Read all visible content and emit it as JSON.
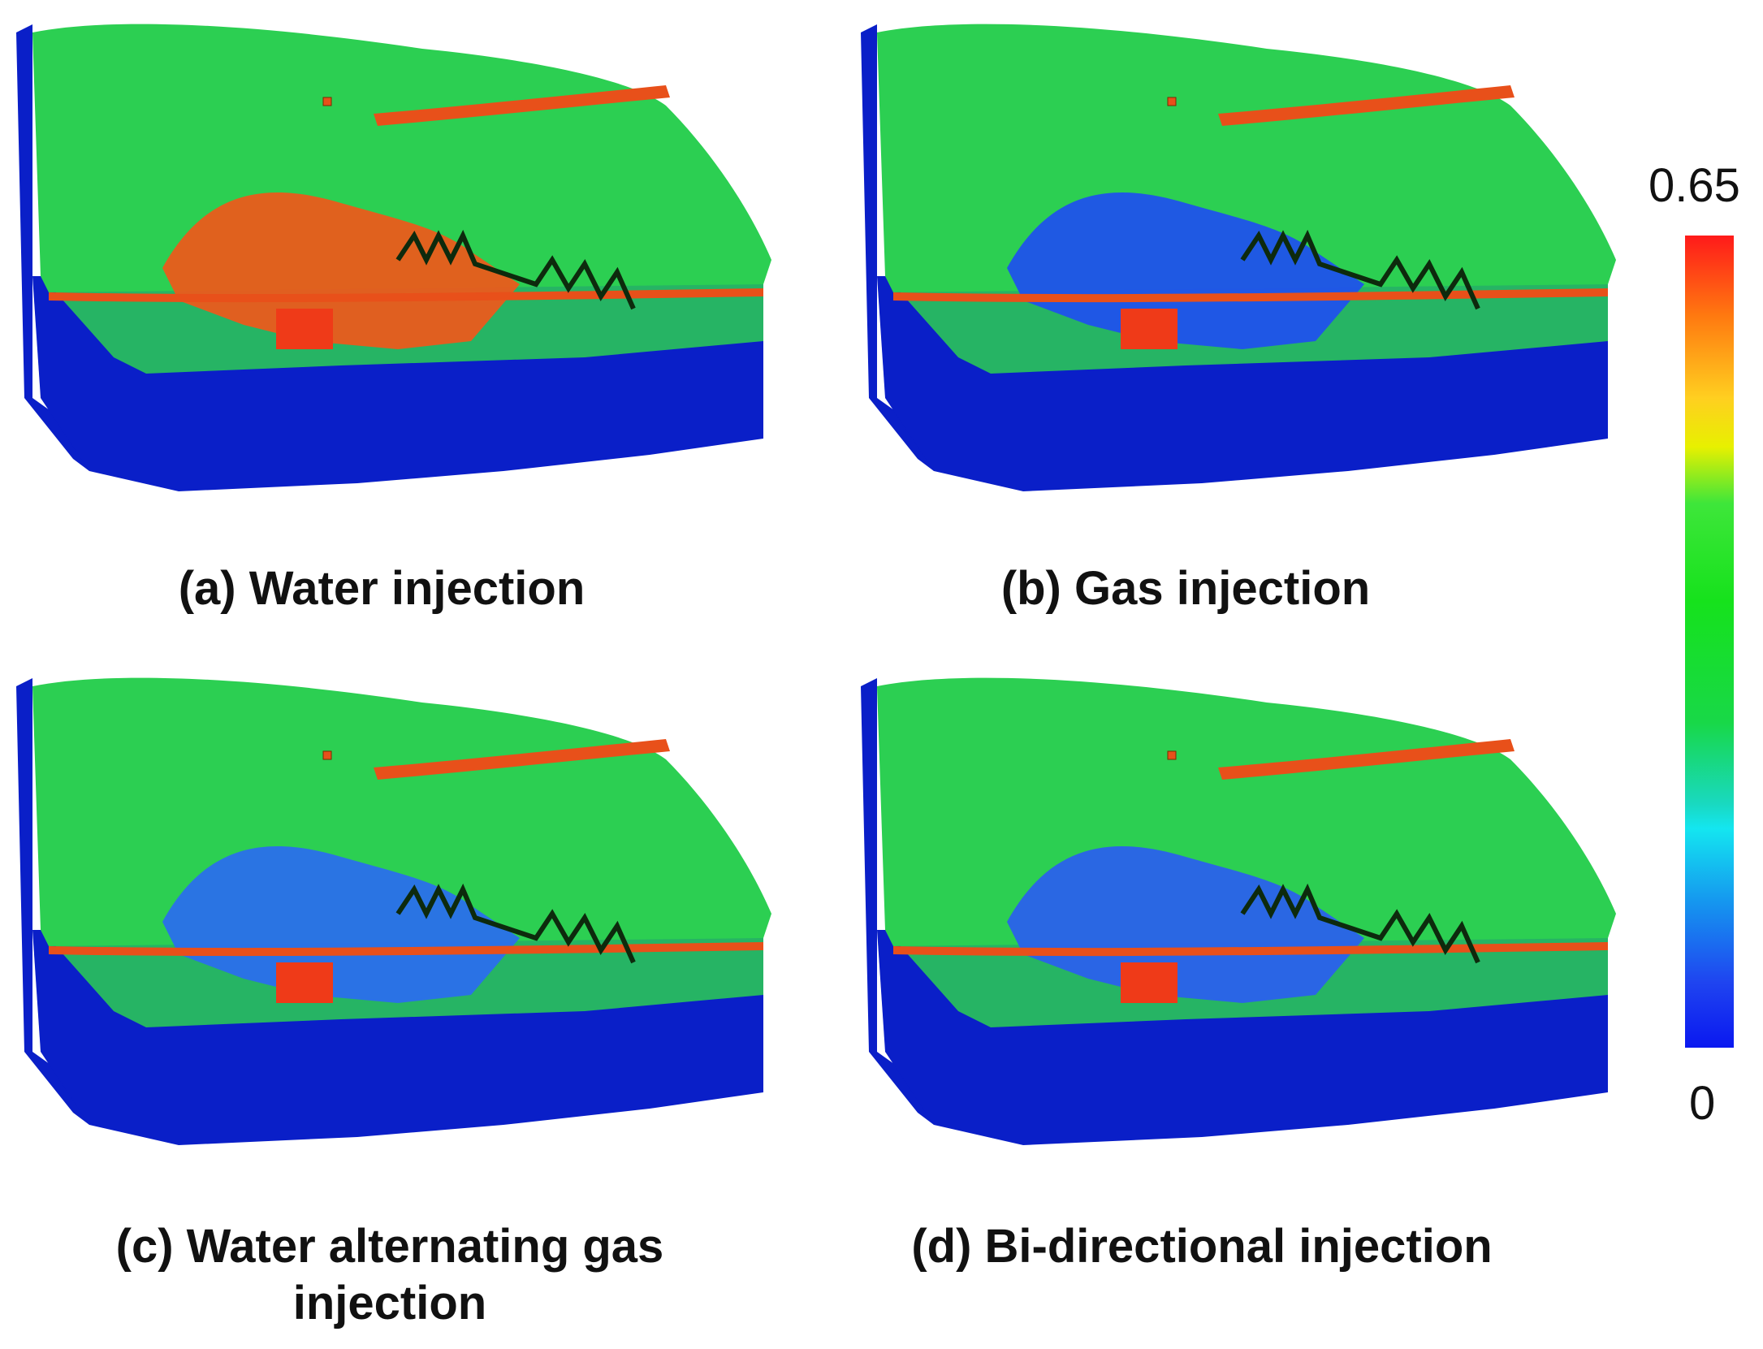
{
  "figure": {
    "panels": [
      {
        "id": "a",
        "caption": "(a) Water injection",
        "front_color": "#f0581a"
      },
      {
        "id": "b",
        "caption": "(b) Gas injection",
        "front_color": "#1e4ff0"
      },
      {
        "id": "c",
        "caption": "(c) Water alternating gas injection",
        "front_color": "#2a6cf0"
      },
      {
        "id": "d",
        "caption": "(d) Bi-directional injection",
        "front_color": "#2a5ef0"
      }
    ],
    "colorbar": {
      "max_label": "0.65",
      "min_label": "0",
      "colors": [
        "#ff1a1a",
        "#ff7a10",
        "#e8f000",
        "#16e21c",
        "#14e6f0",
        "#0a18f0"
      ]
    },
    "palette": {
      "surface_green": "#2ccf52",
      "deep_blue": "#0a1fc8",
      "oil_red": "#ef3a18",
      "layer_orange": "#e8501a",
      "dark_edge": "#0d2a0d"
    }
  }
}
